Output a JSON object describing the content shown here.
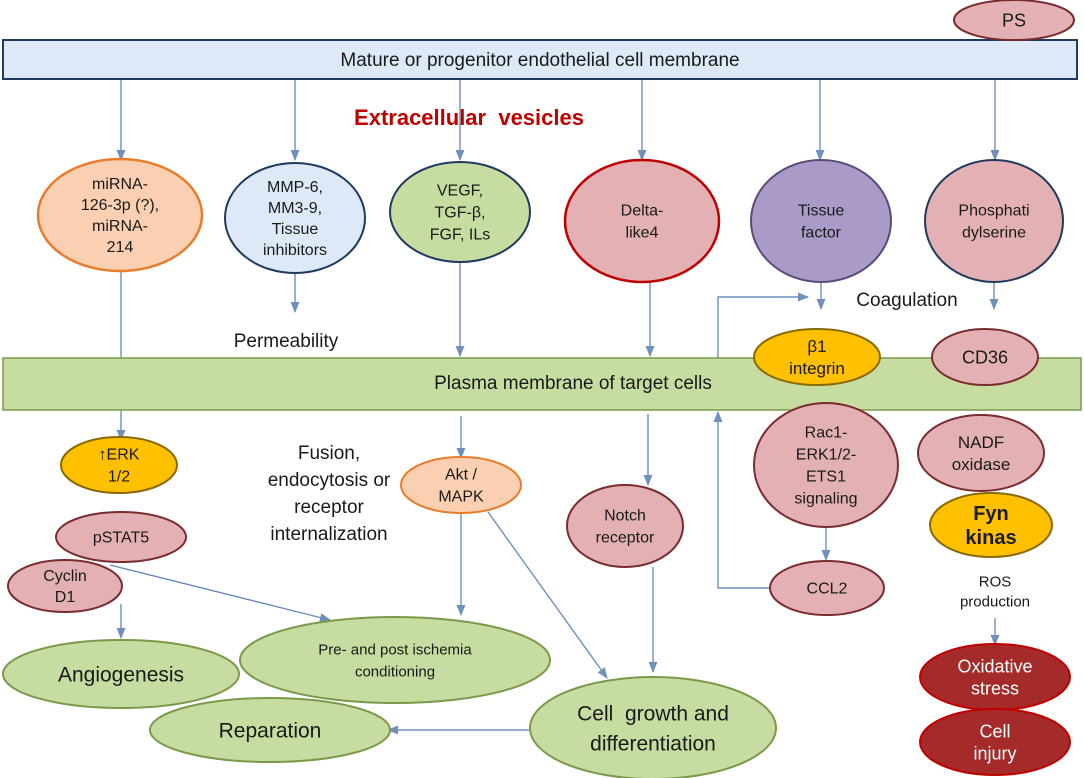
{
  "colors": {
    "top_membrane": "#dde9f6",
    "target_membrane": "#c7dca0",
    "arrow": "#6f8fbd",
    "orange_fill": "#fbd0b2",
    "orange_stroke": "#e97c2b",
    "blue_fill": "#dde9f6",
    "blue_stroke": "#1f3a5f",
    "green_fill": "#c7dca0",
    "green_stroke": "#1f3a5f",
    "pink_fill": "#e3b1b3",
    "pink_stroke": "#c00000",
    "pink_dark_stroke": "#7a2b2e",
    "purple_fill": "#a99ac8",
    "purple_stroke": "#5b4b7a",
    "gold_fill": "#ffc000",
    "gold_stroke": "#8a6a00",
    "outcome_fill": "#c7dca0",
    "outcome_stroke": "#7a9a4a",
    "darkred_fill": "#a52a2a",
    "darkred_stroke": "#c00000",
    "extracellular_title": "#c00000"
  },
  "membranes": {
    "top": "Mature or progenitor endothelial cell membrane",
    "target": "Plasma membrane of target cells"
  },
  "labels": {
    "extracellular_vesicles": "Extracellular  vesicles",
    "permeability": "Permeability",
    "coagulation": "Coagulation",
    "fusion": [
      "Fusion,",
      "endocytosis or",
      "receptor",
      "internalization"
    ],
    "ros_production": [
      "ROS",
      "production"
    ]
  },
  "nodes": {
    "ps": [
      "PS"
    ],
    "mirna": [
      "miRNA-",
      "126-3p (?),",
      "miRNA-",
      "214"
    ],
    "mmp": [
      "MMP-6,",
      "MM3-9,",
      "Tissue",
      "inhibitors"
    ],
    "vegf": [
      "VEGF,",
      "TGF-β,",
      "FGF, ILs"
    ],
    "delta": [
      "Delta-",
      "like4"
    ],
    "tissue_factor": [
      "Tissue",
      "factor"
    ],
    "phosphatidylserine": [
      "Phosphati",
      "dylserine"
    ],
    "b1_integrin": [
      "β1",
      "integrin"
    ],
    "cd36": [
      "CD36"
    ],
    "erk12": [
      "↑ERK",
      "1/2"
    ],
    "pstat5": [
      "pSTAT5"
    ],
    "cyclin": [
      "Cyclin",
      "D1"
    ],
    "akt": [
      "Akt /",
      "MAPK"
    ],
    "notch": [
      "Notch",
      "receptor"
    ],
    "rac1": [
      "Rac1-",
      "ERK1/2-",
      "ETS1",
      "signaling"
    ],
    "ccl2": [
      "CCL2"
    ],
    "nadf": [
      "NADF",
      "oxidase"
    ],
    "fyn": [
      "Fyn",
      "kinas"
    ],
    "angiogenesis": [
      "Angiogenesis"
    ],
    "ischemia": [
      "Pre- and post ischemia",
      "conditioning"
    ],
    "reparation": [
      "Reparation"
    ],
    "cell_growth": [
      "Cell  growth and",
      "differentiation"
    ],
    "oxidative": [
      "Oxidative",
      "stress"
    ],
    "cell_injury": [
      "Cell",
      "injury"
    ]
  }
}
